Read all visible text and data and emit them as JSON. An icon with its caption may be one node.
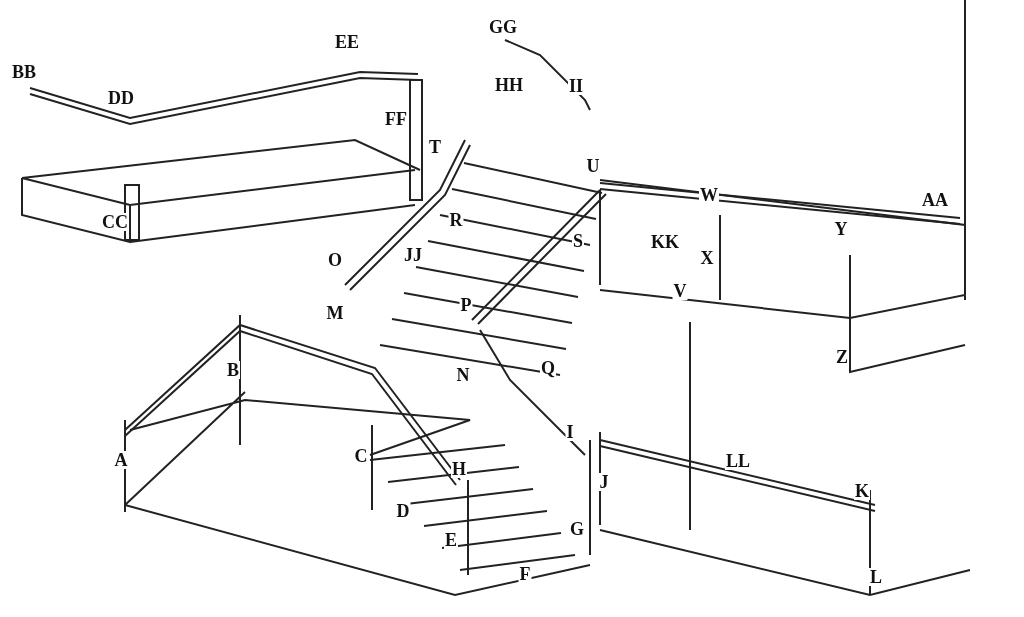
{
  "diagram": {
    "labels": [
      "GG",
      "EE",
      "BB",
      "HH",
      "II",
      "DD",
      "FF",
      "T",
      "U",
      "W",
      "AA",
      "R",
      "CC",
      "Y",
      "S",
      "KK",
      "JJ",
      "X",
      "O",
      "V",
      "P",
      "M",
      "Z",
      "Q",
      "B",
      "N",
      "I",
      "C",
      "A",
      "LL",
      "H",
      "J",
      "K",
      "D",
      "G",
      "E",
      "F",
      "L"
    ]
  }
}
